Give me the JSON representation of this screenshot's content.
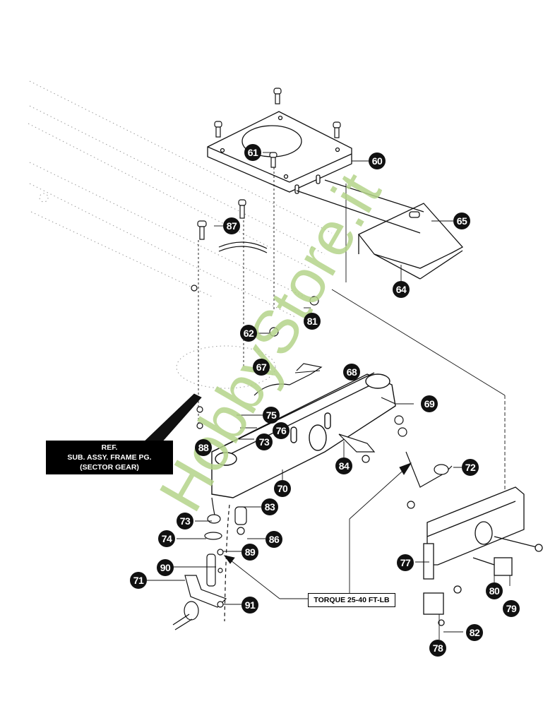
{
  "diagram": {
    "type": "exploded-parts-diagram",
    "subject": "front axle / steering assembly",
    "callouts": [
      {
        "id": "60",
        "label": "60"
      },
      {
        "id": "61",
        "label": "61"
      },
      {
        "id": "62",
        "label": "62"
      },
      {
        "id": "64",
        "label": "64"
      },
      {
        "id": "65",
        "label": "65"
      },
      {
        "id": "67",
        "label": "67"
      },
      {
        "id": "68",
        "label": "68"
      },
      {
        "id": "69",
        "label": "69"
      },
      {
        "id": "70",
        "label": "70"
      },
      {
        "id": "71",
        "label": "71"
      },
      {
        "id": "72",
        "label": "72"
      },
      {
        "id": "73a",
        "label": "73"
      },
      {
        "id": "73b",
        "label": "73"
      },
      {
        "id": "74",
        "label": "74"
      },
      {
        "id": "75",
        "label": "75"
      },
      {
        "id": "76",
        "label": "76"
      },
      {
        "id": "77",
        "label": "77"
      },
      {
        "id": "78",
        "label": "78"
      },
      {
        "id": "79",
        "label": "79"
      },
      {
        "id": "80",
        "label": "80"
      },
      {
        "id": "81",
        "label": "81"
      },
      {
        "id": "82",
        "label": "82"
      },
      {
        "id": "83",
        "label": "83"
      },
      {
        "id": "84",
        "label": "84"
      },
      {
        "id": "86",
        "label": "86"
      },
      {
        "id": "87",
        "label": "87"
      },
      {
        "id": "88",
        "label": "88"
      },
      {
        "id": "89",
        "label": "89"
      },
      {
        "id": "90",
        "label": "90"
      },
      {
        "id": "91",
        "label": "91"
      }
    ],
    "ref_note": {
      "line1": "REF.",
      "line2": "SUB. ASSY. FRAME PG.",
      "line3": "(SECTOR GEAR)"
    },
    "torque_note": "TORQUE 25-40 FT-LB",
    "watermark": {
      "text": "HobbyStore.it",
      "color": "#b5d48a"
    },
    "colors": {
      "ink": "#111111",
      "callout_bg": "#111111",
      "callout_text": "#ffffff",
      "background": "#ffffff"
    }
  }
}
